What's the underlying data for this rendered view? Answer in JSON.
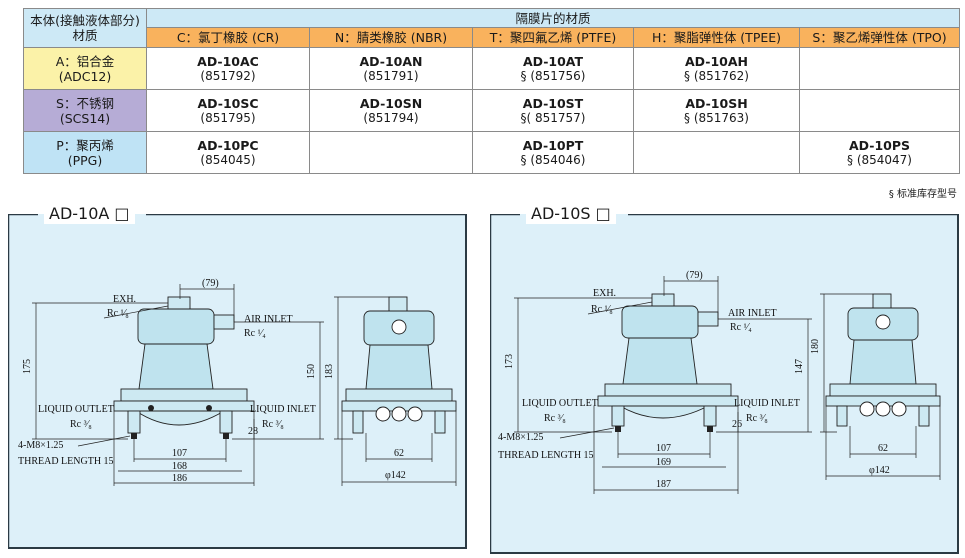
{
  "table": {
    "head_label": "本体(接触液体部分)",
    "head_sub": "材质",
    "diaphragm_label": "隔膜片的材质",
    "columns": [
      "C：氯丁橡胶 (CR)",
      "N：腈类橡胶 (NBR)",
      "T：聚四氟乙烯 (PTFE)",
      "H：聚脂弹性体 (TPEE)",
      "S：聚乙烯弹性体 (TPO)"
    ],
    "rows": [
      {
        "name": "A：铝合金",
        "sub": "(ADC12)",
        "cells": [
          {
            "model": "AD-10AC",
            "code": "(851792)"
          },
          {
            "model": "AD-10AN",
            "code": "(851791)"
          },
          {
            "model": "AD-10AT",
            "code": "§ (851756)"
          },
          {
            "model": "AD-10AH",
            "code": "§ (851762)"
          },
          {
            "model": "",
            "code": ""
          }
        ]
      },
      {
        "name": "S：不锈钢",
        "sub": "(SCS14)",
        "cells": [
          {
            "model": "AD-10SC",
            "code": "(851795)"
          },
          {
            "model": "AD-10SN",
            "code": "(851794)"
          },
          {
            "model": "AD-10ST",
            "code": "§( 851757)"
          },
          {
            "model": "AD-10SH",
            "code": "§ (851763)"
          },
          {
            "model": "",
            "code": ""
          }
        ]
      },
      {
        "name": "P：聚丙烯",
        "sub": "(PPG)",
        "cells": [
          {
            "model": "AD-10PC",
            "code": "(854045)"
          },
          {
            "model": "",
            "code": ""
          },
          {
            "model": "AD-10PT",
            "code": "§ (854046)"
          },
          {
            "model": "",
            "code": ""
          },
          {
            "model": "AD-10PS",
            "code": "§ (854047)"
          }
        ]
      }
    ],
    "note": "§ 标准库存型号"
  },
  "panels": [
    {
      "title": "AD-10A □",
      "labels": {
        "exh": "EXH.",
        "exh_rc": "Rc ¹⁄₈",
        "air_inlet": "AIR INLET",
        "air_rc": "Rc ¹⁄₄",
        "liquid_outlet": "LIQUID OUTLET",
        "outlet_rc": "Rc ³⁄₈",
        "liquid_inlet": "LIQUID INLET",
        "inlet_rc": "Rc ³⁄₈",
        "thread1": "4-M8×1.25",
        "thread2": "THREAD LENGTH 15"
      },
      "dims": {
        "top": "(79)",
        "h_total": "175",
        "h_air": "150",
        "h_side": "183",
        "h_inlet": "28",
        "w1": "107",
        "w2": "168",
        "w3": "186",
        "w_side": "62",
        "dia": "φ142"
      }
    },
    {
      "title": "AD-10S □",
      "labels": {
        "exh": "EXH.",
        "exh_rc": "Rc ¹⁄₈",
        "air_inlet": "AIR INLET",
        "air_rc": "Rc ¹⁄₄",
        "liquid_outlet": "LIQUID OUTLET",
        "outlet_rc": "Rc ³⁄₈",
        "liquid_inlet": "LIQUID INLET",
        "inlet_rc": "Rc ³⁄₈",
        "thread1": "4-M8×1.25",
        "thread2": "THREAD LENGTH 15"
      },
      "dims": {
        "top": "(79)",
        "h_total": "173",
        "h_air": "147",
        "h_side": "180",
        "h_inlet": "26",
        "w1": "107",
        "w2": "169",
        "w3": "187",
        "w_side": "62",
        "dia": "φ142"
      }
    }
  ]
}
